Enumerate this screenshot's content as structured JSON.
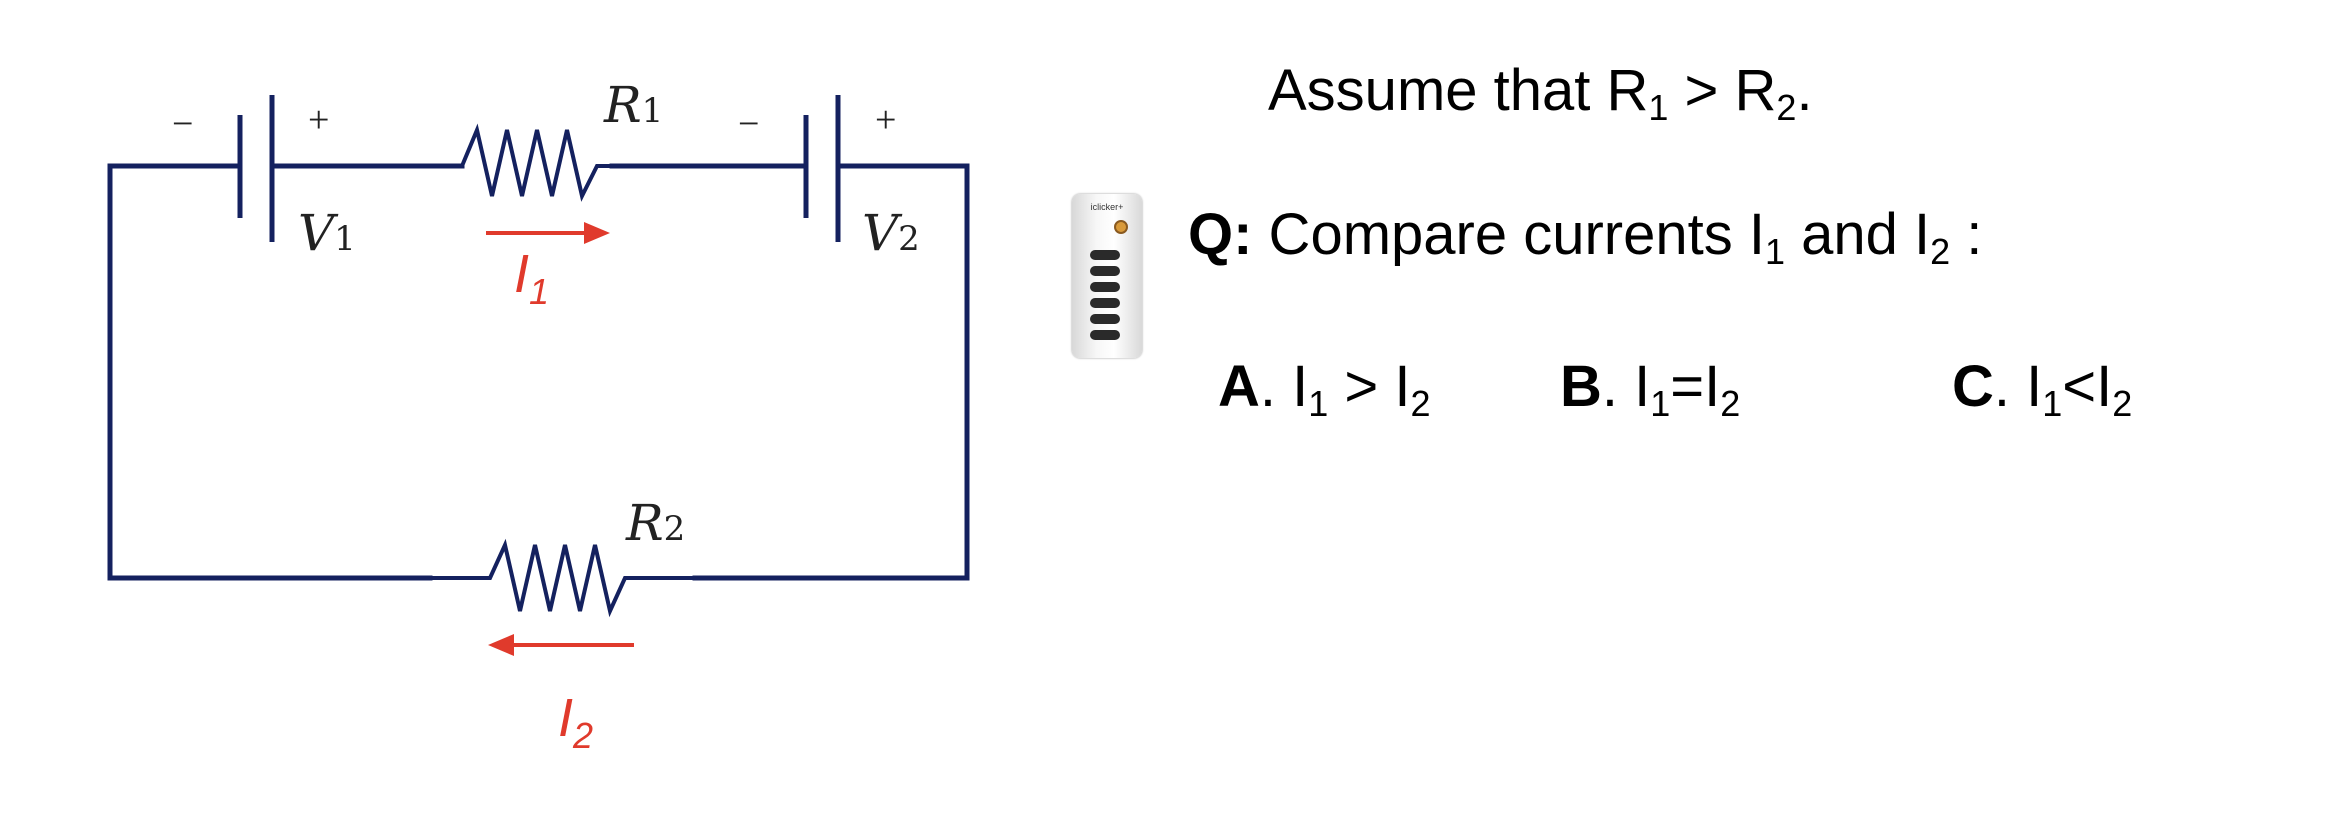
{
  "circuit": {
    "battery1": {
      "label": "V",
      "sub": "1",
      "minus": "−",
      "plus": "+"
    },
    "battery2": {
      "label": "V",
      "sub": "2",
      "minus": "−",
      "plus": "+"
    },
    "resistor1": {
      "label": "R",
      "sub": "1"
    },
    "resistor2": {
      "label": "R",
      "sub": "2"
    },
    "current1": {
      "label": "I",
      "sub": "1",
      "direction": "right"
    },
    "current2": {
      "label": "I",
      "sub": "2",
      "direction": "left"
    },
    "colors": {
      "wire": "#14215f",
      "current": "#e03a2c"
    }
  },
  "assumption": {
    "prefix": "Assume that R",
    "sub1": "1",
    "middle": " > R",
    "sub2": "2",
    "suffix": "."
  },
  "question": {
    "label": "Q:",
    "prefix": " Compare currents I",
    "sub1": "1",
    "middle": " and I",
    "sub2": "2",
    "suffix": " :"
  },
  "clicker": {
    "brand": "iclicker+"
  },
  "choices": [
    {
      "letter": "A",
      "text_a": ". I",
      "sub_a": "1",
      "op": " > I",
      "sub_b": "2"
    },
    {
      "letter": "B",
      "text_a": ". I",
      "sub_a": "1",
      "op": "=I",
      "sub_b": "2"
    },
    {
      "letter": "C",
      "text_a": ". I",
      "sub_a": "1",
      "op": "<I",
      "sub_b": "2"
    }
  ]
}
